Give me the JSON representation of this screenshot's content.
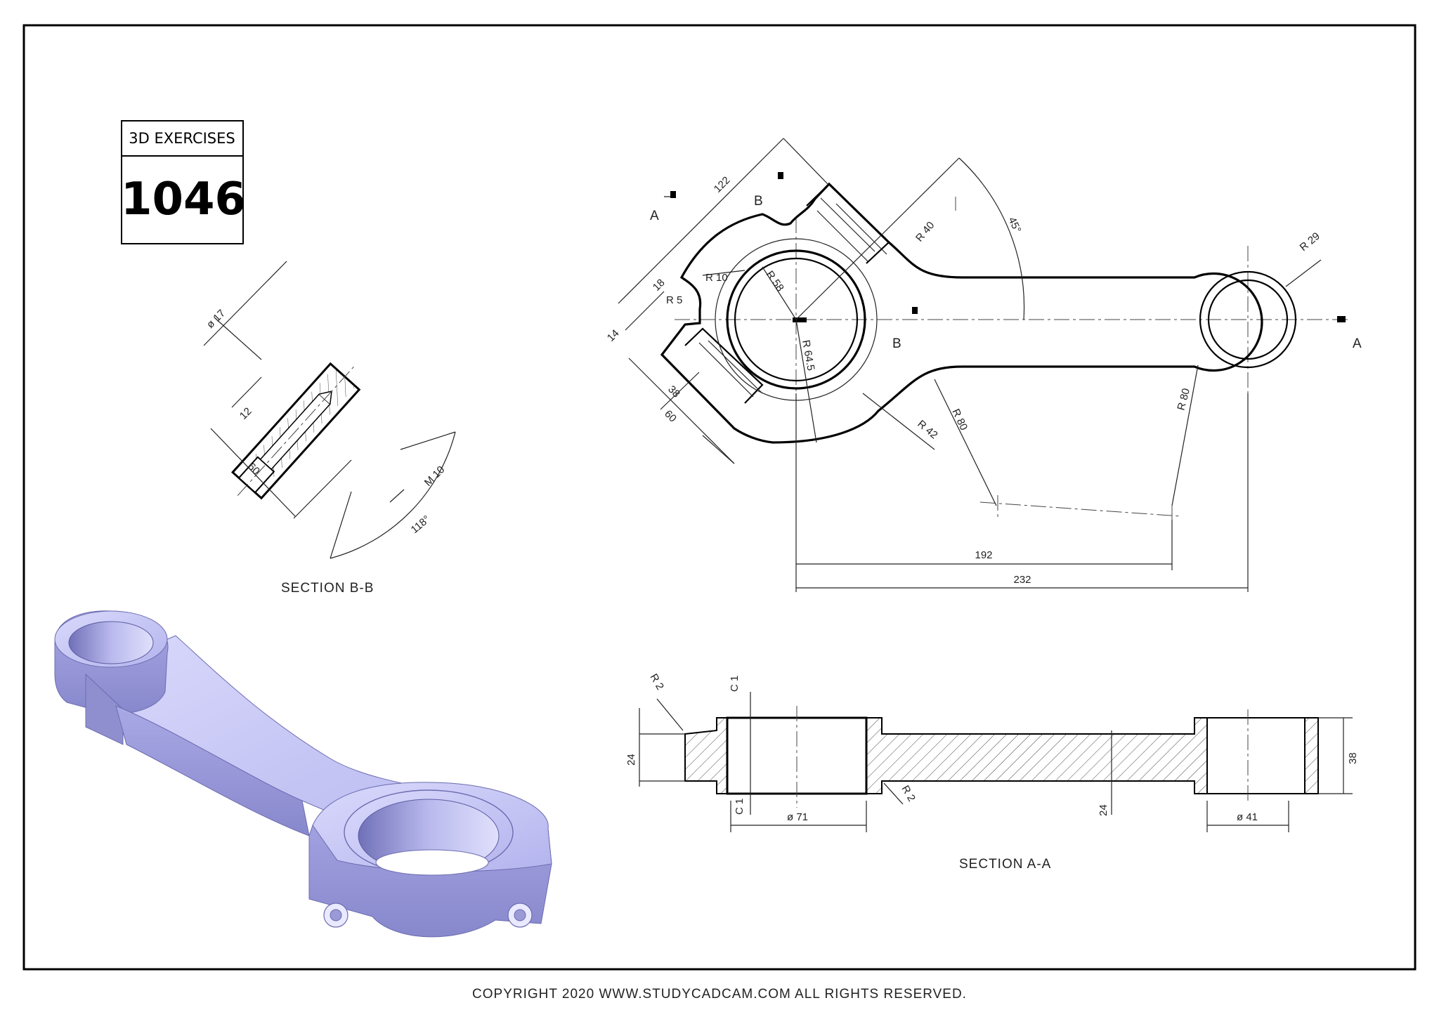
{
  "title_block": {
    "heading": "3D EXERCISES",
    "number": "1046"
  },
  "views": {
    "section_bb": "SECTION B-B",
    "section_aa": "SECTION A-A"
  },
  "labels": {
    "a1": "A",
    "a2": "A",
    "b1": "B",
    "b2": "B"
  },
  "dims_top": {
    "d122": "122",
    "d18": "18",
    "d14": "14",
    "d38": "38",
    "d60": "60",
    "r10": "R 10",
    "r5": "R 5",
    "r58": "R 58",
    "r645": "R 64.5",
    "r40": "R 40",
    "a45": "45°",
    "r42": "R 42",
    "r80a": "R 80",
    "r80b": "R 80",
    "r29": "R 29",
    "d192": "192",
    "d232": "232"
  },
  "dims_bb": {
    "d17": "ø 17",
    "d12": "12",
    "d60": "60",
    "m10": "M 10",
    "a118": "118°"
  },
  "dims_aa": {
    "r2a": "R 2",
    "c1a": "C 1",
    "d24": "24",
    "c1b": "C 1",
    "d71": "ø 71",
    "r2b": "R 2",
    "d24b": "24",
    "d41": "ø 41",
    "d38": "38"
  },
  "footer": "COPYRIGHT  2020 WWW.STUDYCADCAM.COM ALL RIGHTS RESERVED.",
  "colors": {
    "model": "#b8b8f0",
    "model_dark": "#8e8ed2",
    "model_light": "#d6d6fb",
    "line": "#000000"
  }
}
